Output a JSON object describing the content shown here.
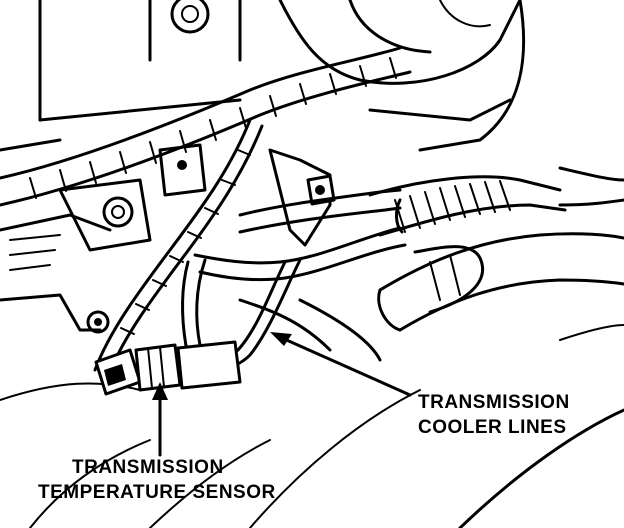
{
  "labels": {
    "cooler": {
      "line1": "TRANSMISSION",
      "line2": "COOLER LINES"
    },
    "sensor": {
      "line1": "TRANSMISSION",
      "line2": "TEMPERATURE SENSOR"
    }
  },
  "colors": {
    "ink": "#000000",
    "paper": "#ffffff"
  }
}
